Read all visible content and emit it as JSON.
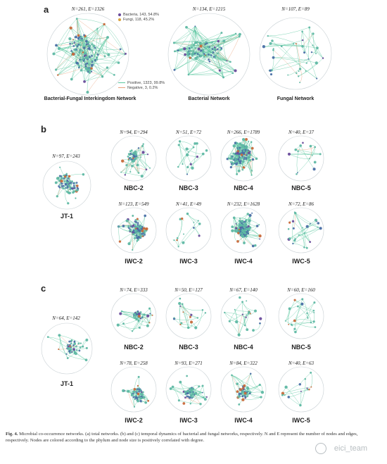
{
  "panels": {
    "a": {
      "letter": "a",
      "networks": [
        {
          "id": "a1",
          "stat": "N=261, E=1326",
          "label": "Bacterial-Fungal Interkingdom Network",
          "clusters": 3,
          "density": 1.0
        },
        {
          "id": "a2",
          "stat": "N=134, E=1215",
          "label": "Bacterial Network",
          "clusters": 2,
          "density": 1.0
        },
        {
          "id": "a3",
          "stat": "N=107, E=89",
          "label": "Fungal Network",
          "clusters": 0,
          "density": 0.4
        }
      ],
      "legend_top": [
        {
          "text": "Bacteria, 143, 54.8%",
          "color": "#6a4c9c"
        },
        {
          "text": "Fungi, 118, 45.2%",
          "color": "#d9a441"
        }
      ],
      "legend_bottom": [
        {
          "text": "Positive, 1323, 99.8%",
          "color": "#5cc8a0"
        },
        {
          "text": "Negative, 3, 0.2%",
          "color": "#e8a07a"
        }
      ]
    },
    "b": {
      "letter": "b",
      "left": {
        "stat": "N=97, E=243",
        "label": "JT-1"
      },
      "top": [
        {
          "stat": "N=94, E=294",
          "label": "NBC-2"
        },
        {
          "stat": "N=51, E=72",
          "label": "NBC-3"
        },
        {
          "stat": "N=266, E=1789",
          "label": "NBC-4"
        },
        {
          "stat": "N=40, E=37",
          "label": "NBC-5"
        }
      ],
      "bottom": [
        {
          "stat": "N=123, E=549",
          "label": "IWC-2"
        },
        {
          "stat": "N=41, E=49",
          "label": "IWC-3"
        },
        {
          "stat": "N=232, E=1628",
          "label": "IWC-4"
        },
        {
          "stat": "N=72, E=86",
          "label": "IWC-5"
        }
      ]
    },
    "c": {
      "letter": "c",
      "left": {
        "stat": "N=64, E=142",
        "label": "JT-1"
      },
      "top": [
        {
          "stat": "N=74, E=333",
          "label": "NBC-2"
        },
        {
          "stat": "N=50, E=127",
          "label": "NBC-3"
        },
        {
          "stat": "N=67, E=140",
          "label": "NBC-4"
        },
        {
          "stat": "N=60, E=160",
          "label": "NBC-5"
        }
      ],
      "bottom": [
        {
          "stat": "N=78, E=258",
          "label": "IWC-2"
        },
        {
          "stat": "N=93, E=271",
          "label": "IWC-3"
        },
        {
          "stat": "N=84, E=322",
          "label": "IWC-4"
        },
        {
          "stat": "N=40, E=63",
          "label": "IWC-5"
        }
      ]
    }
  },
  "caption": {
    "fig": "Fig. 4.",
    "text": "Microbial co-occurrence networks. (a) total networks. (b) and (c) temporal dynamics of bacterial and fungal networks, respectively. N and E represent the number of nodes and edges, respectively. Nodes are colored according to the phylum and node size is positively correlated with degree."
  },
  "watermark": "eici_team",
  "colors": {
    "edge_pos": "#5cc8a0",
    "edge_neg": "#e8a07a",
    "node_main": "#5fb8a4",
    "node_dark": "#4a6fa5",
    "node_purple": "#6a4c9c",
    "node_orange": "#c96a3b",
    "ring": "#c8d0d4"
  }
}
